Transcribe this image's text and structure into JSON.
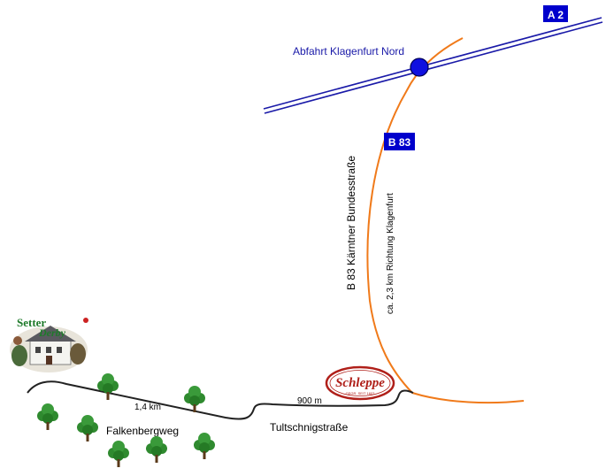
{
  "map": {
    "highway_badge": "A 2",
    "exit_label": "Abfahrt Klagenfurt Nord",
    "road_badge": "B 83",
    "federal_road_label": "B 83 Kärntner Bundesstraße",
    "direction_label": "ca. 2,3 km Richtung Klagenfurt",
    "distance_falkenberg": "1,4 km",
    "distance_tultschnig": "900 m",
    "street_falkenberg": "Falkenbergweg",
    "street_tultschnig": "Tultschnigstraße",
    "logo_setter_line1": "Setter",
    "logo_setter_line2": "Derby",
    "logo_schleppe": "Schleppe",
    "logo_schleppe_sub": "GEGR. SEIT 1607"
  },
  "colors": {
    "highway_blue": "#1a1aa8",
    "badge_blue": "#0000cc",
    "road_orange": "#f07a1a",
    "local_road": "#222222",
    "tree_green": "#2f8a2f",
    "schleppe_red": "#b0201a",
    "setter_green": "#1e7a2a"
  }
}
